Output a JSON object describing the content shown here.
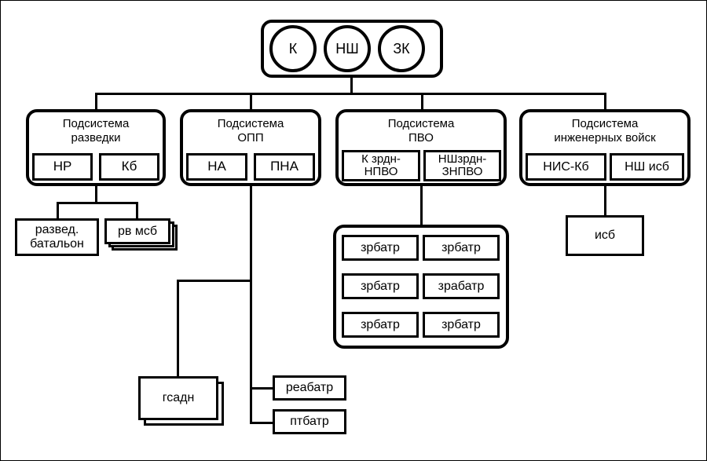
{
  "diagram": {
    "type": "organizational-hierarchy",
    "title_visible": false,
    "colors": {
      "stroke": "#000000",
      "fill": "#ffffff",
      "background": "#ffffff"
    }
  },
  "command": {
    "name": "command-group",
    "roles": [
      {
        "id": "k",
        "label": "К"
      },
      {
        "id": "nsh",
        "label": "НШ"
      },
      {
        "id": "zk",
        "label": "ЗК"
      }
    ]
  },
  "subsystems": [
    {
      "id": "razvedka",
      "title": "Подсистема\nразведки",
      "slots": [
        {
          "id": "nr",
          "label": "НР"
        },
        {
          "id": "kb",
          "label": "Кб"
        }
      ]
    },
    {
      "id": "opp",
      "title": "Подсистема\nОПП",
      "slots": [
        {
          "id": "na",
          "label": "НА"
        },
        {
          "id": "pna",
          "label": "ПНА"
        }
      ]
    },
    {
      "id": "pvo",
      "title": "Подсистема\nПВО",
      "slots": [
        {
          "id": "k-zrdn-npvo",
          "label": "К зрдн-\nНПВО"
        },
        {
          "id": "nsh-zrdn-znpvo",
          "label": "НШзрдн-\nЗНПВО"
        }
      ]
    },
    {
      "id": "ing-voysk",
      "title": "Подсистема\nинженерных войск",
      "slots": [
        {
          "id": "nis-kb",
          "label": "НИС-Кб"
        },
        {
          "id": "nsh-isb",
          "label": "НШ исб"
        }
      ]
    }
  ],
  "units": {
    "razved_batalon": {
      "label": "развед.\nбатальон",
      "stacked": false
    },
    "rv_msb": {
      "label": "рв мсб",
      "stacked": true,
      "stack_count": 3
    },
    "gsadn": {
      "label": "гсадн",
      "stacked": true,
      "stack_count": 2
    },
    "reabatr": {
      "label": "реабатр",
      "stacked": false
    },
    "ptbatr": {
      "label": "птбатр",
      "stacked": false
    },
    "isb": {
      "label": "исб",
      "stacked": false
    }
  },
  "pvo_batteries": {
    "group_id": "zrbatr-group",
    "cells": [
      {
        "id": "zrbatr-1",
        "label": "зрбатр"
      },
      {
        "id": "zrbatr-2",
        "label": "зрбатр"
      },
      {
        "id": "zrbatr-3",
        "label": "зрбатр"
      },
      {
        "id": "zrabatr-4",
        "label": "зрабатр"
      },
      {
        "id": "zrbatr-5",
        "label": "зрбатр"
      },
      {
        "id": "zrbatr-6",
        "label": "зрбатр"
      }
    ]
  }
}
